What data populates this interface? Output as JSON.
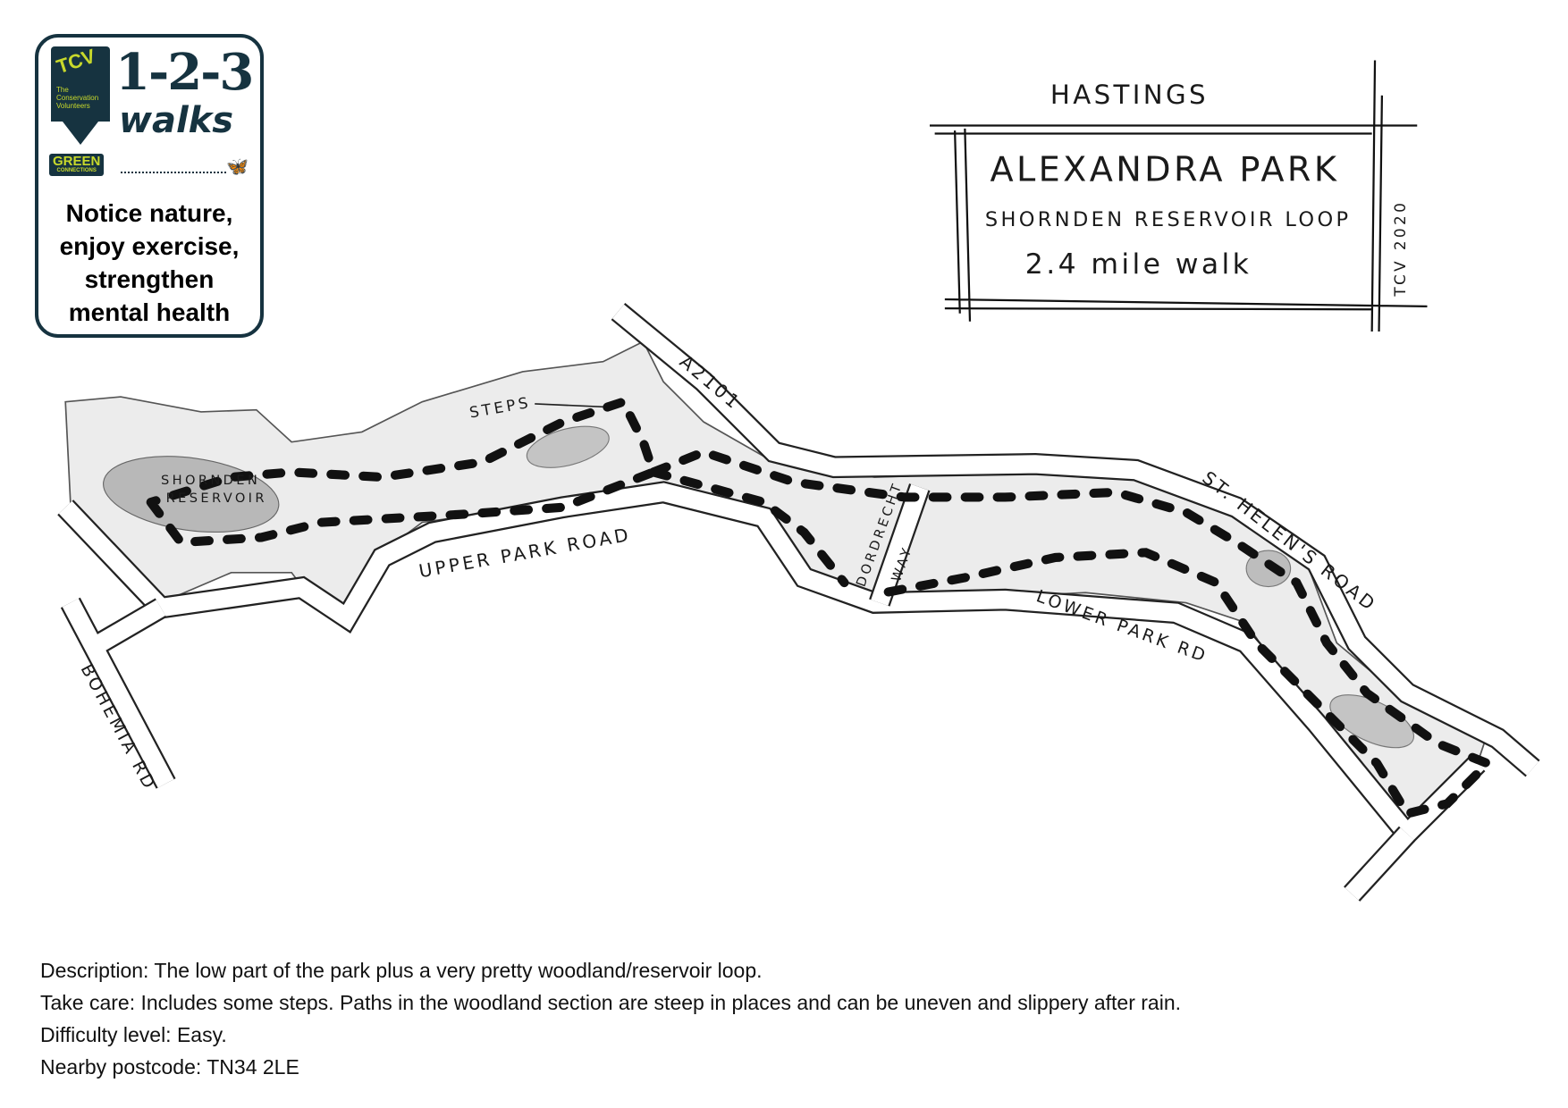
{
  "logo": {
    "tcv": "TCV",
    "tcv_sub": "The Conservation Volunteers",
    "green": "GREEN",
    "green_sub": "CONNECTIONS",
    "numbers": "1-2-3",
    "walks": "walks",
    "tagline": [
      "Notice nature,",
      "enjoy exercise,",
      "strengthen",
      "mental health"
    ]
  },
  "title_box": {
    "town": "HASTINGS",
    "park": "ALEXANDRA PARK",
    "route": "SHORNDEN RESERVOIR LOOP",
    "distance": "2.4 mile walk",
    "credit": "TCV 2020"
  },
  "map_labels": {
    "steps": "STEPS",
    "a2101": "A2101",
    "reservoir_1": "SHORNDEN",
    "reservoir_2": "RESERVOIR",
    "upper_park_road": "UPPER PARK ROAD",
    "dordrecht": "DORDRECHT",
    "way": "WAY",
    "lower_park_rd": "LOWER PARK RD",
    "st_helens_road": "ST. HELEN'S ROAD",
    "bohemia_rd": "BOHEMIA RD"
  },
  "description": [
    "Description: The low part of the park plus a very pretty woodland/reservoir loop.",
    "Take care: Includes some steps. Paths in the woodland section are steep in places and can be uneven and slippery after rain.",
    "Difficulty level: Easy.",
    "Nearby postcode: TN34 2LE"
  ],
  "colors": {
    "brand": "#163340",
    "accent": "#c8d92b",
    "route": "#111111",
    "park": "#ececec"
  }
}
